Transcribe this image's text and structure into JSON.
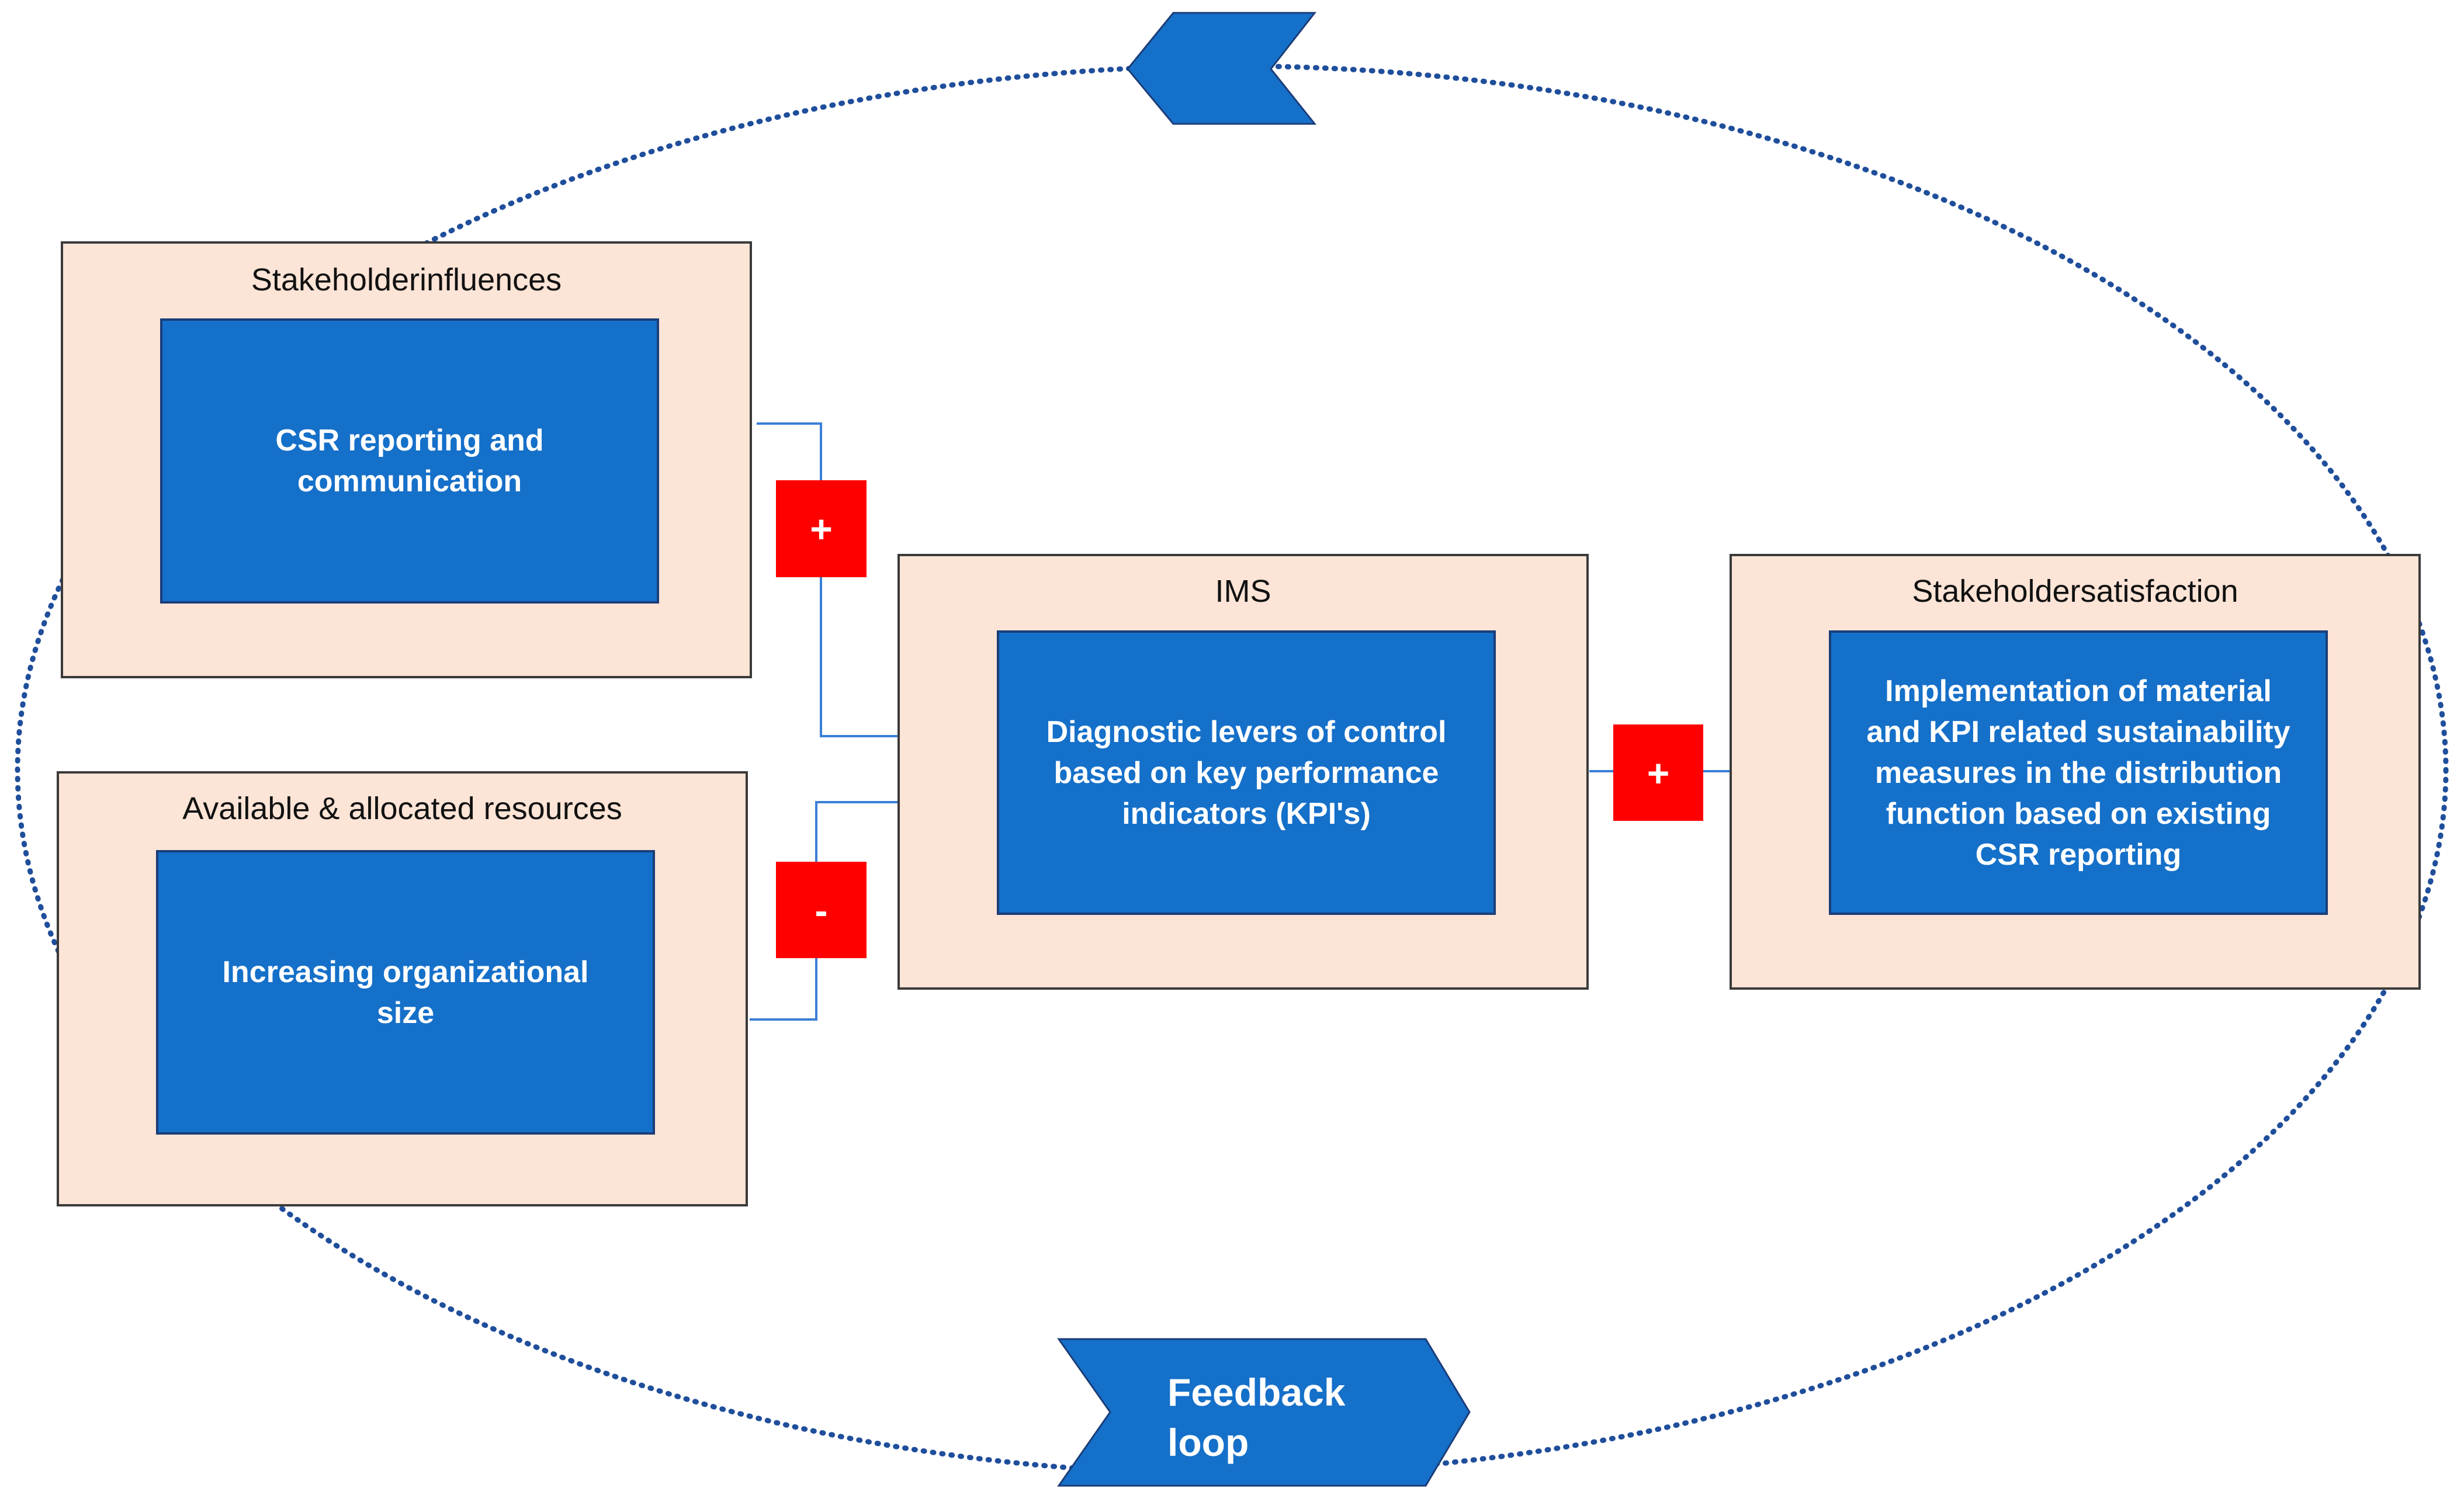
{
  "colors": {
    "outer_fill": "#fce4d6",
    "outer_border": "#3a3a3a",
    "inner_fill": "#1570c9",
    "inner_border": "#1b3d78",
    "sign_fill": "#ff0000",
    "connector": "#3a7fd6",
    "loop": "#1f4e9b",
    "chevron": "#1570c9"
  },
  "boxes": {
    "stakeholder_influences": {
      "title": "Stakeholderinfluences",
      "inner_lines": [
        "CSR reporting  and",
        "communication"
      ]
    },
    "resources": {
      "title": "Available & allocated resources",
      "inner_lines": [
        "Increasing organizational size"
      ]
    },
    "ims": {
      "title": "IMS",
      "inner_lines": [
        "Diagnostic levers of control",
        "based on key performance",
        "indicators (KPI's)"
      ]
    },
    "stakeholder_satisfaction": {
      "title": "Stakeholdersatisfaction",
      "inner_lines": [
        "Implementation of material",
        "and KPI related sustainability",
        "measures in the distribution",
        "function based  on existing",
        "CSR reporting"
      ]
    }
  },
  "signs": {
    "influences_to_ims": "+",
    "resources_to_ims": "-",
    "ims_to_satisfaction": "+"
  },
  "feedback_loop": {
    "label_lines": [
      "Feedback",
      "loop"
    ],
    "icons": [
      "chevron-left-icon",
      "chevron-right-icon"
    ]
  }
}
